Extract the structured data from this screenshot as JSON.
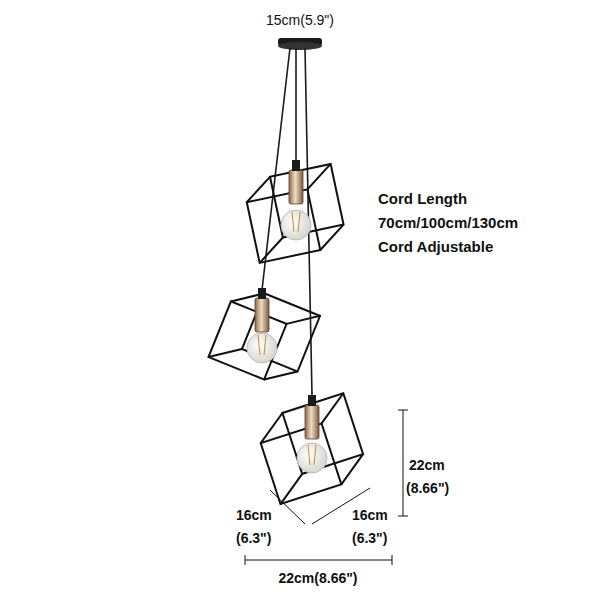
{
  "diagram": {
    "labels": [
      "15cm(5.9\")",
      "Cord Length",
      "70cm/100cm/130cm",
      "Cord Adjustable",
      "22cm",
      "(8.66\")",
      "16cm",
      "(6.3\")",
      "16cm",
      "(6.3\")",
      "22cm(8.66\")"
    ]
  }
}
